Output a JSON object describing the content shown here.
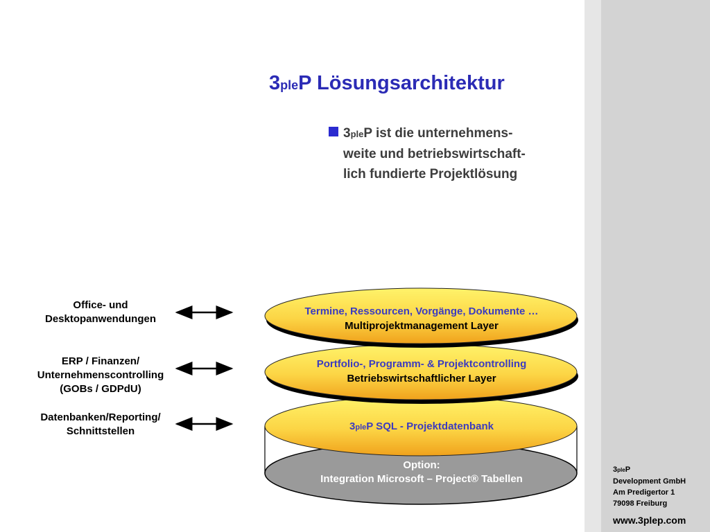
{
  "title": {
    "num": "3",
    "sub": "ple",
    "rest": "P Lösungsarchitektur"
  },
  "bullet": {
    "num": "3",
    "sub": "ple",
    "rest": "P ist die unternehmens-",
    "line2": "weite und betriebswirtschaft-",
    "line3": "lich fundierte Projektlösung"
  },
  "left_labels": [
    {
      "line1": "Office- und",
      "line2": "Desktopanwendungen"
    },
    {
      "line1": "ERP / Finanzen/",
      "line2": "Unternehmenscontrolling",
      "line3": "(GOBs / GDPdU)"
    },
    {
      "line1": "Datenbanken/Reporting/",
      "line2": "Schnittstellen"
    }
  ],
  "layers": [
    {
      "top": "Termine, Ressourcen, Vorgänge, Dokumente …",
      "bottom": "Multiprojektmanagement Layer"
    },
    {
      "top": "Portfolio-,  Programm- &  Projektcontrolling",
      "bottom": "Betriebswirtschaftlicher Layer"
    }
  ],
  "database": {
    "num": "3",
    "sub": "ple",
    "rest": "P SQL - Projektdatenbank"
  },
  "option": {
    "line1": "Option:",
    "line2": "Integration Microsoft – Project® Tabellen"
  },
  "footer": {
    "num": "3",
    "sub": "ple",
    "rest": "P",
    "line2": "Development GmbH",
    "line3": "Am Predigertor 1",
    "line4": "79098 Freiburg",
    "web": "www.3plep.com"
  },
  "colors": {
    "title": "#2b2bb5",
    "accent": "#2b2bd0",
    "disk_top": "#fff36a",
    "disk_bottom": "#f0a21c",
    "option": "#9a9a9a"
  }
}
